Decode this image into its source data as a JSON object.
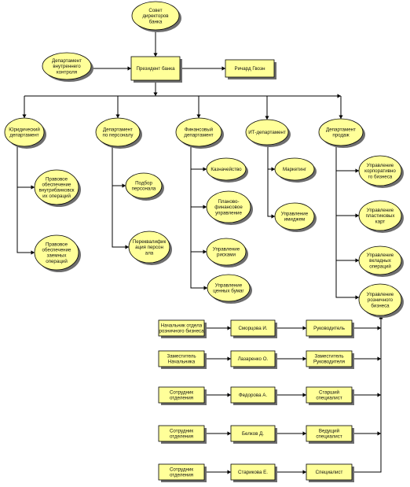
{
  "colors": {
    "fill": "#ffff99",
    "stroke": "#000000",
    "shadow": "#6e6e6e",
    "line": "#000000"
  },
  "nodes": [
    {
      "id": "board",
      "shape": "ellipse",
      "lines": [
        "Совет",
        "директоров",
        "банка"
      ]
    },
    {
      "id": "president",
      "shape": "rect",
      "lines": [
        "Президент банка"
      ]
    },
    {
      "id": "audit",
      "shape": "ellipse",
      "lines": [
        "Департамент",
        "внутреннего",
        "контроля"
      ]
    },
    {
      "id": "secretary",
      "shape": "rect",
      "lines": [
        "Ричард Гвоэн"
      ]
    },
    {
      "id": "legal",
      "shape": "ellipse",
      "lines": [
        "Юридический",
        "департамент"
      ]
    },
    {
      "id": "hr",
      "shape": "ellipse",
      "lines": [
        "Департамент",
        "по персоналу"
      ]
    },
    {
      "id": "finance",
      "shape": "ellipse",
      "lines": [
        "Финансовый",
        "департамент"
      ]
    },
    {
      "id": "it",
      "shape": "ellipse",
      "lines": [
        "ИТ-департамент"
      ]
    },
    {
      "id": "sales",
      "shape": "ellipse",
      "lines": [
        "Департамент",
        "продаж"
      ]
    },
    {
      "id": "legal1",
      "shape": "ellipse",
      "lines": [
        "Правовое",
        "обеспечение",
        "внутрибанковск",
        "их операций"
      ]
    },
    {
      "id": "legal2",
      "shape": "ellipse",
      "lines": [
        "Правовое",
        "обеспечение",
        "заемных",
        "операций"
      ]
    },
    {
      "id": "hr1",
      "shape": "ellipse",
      "lines": [
        "Подбор",
        "персонала"
      ]
    },
    {
      "id": "hr2",
      "shape": "ellipse",
      "lines": [
        "Переквалифик",
        "ация  персон",
        "ала"
      ]
    },
    {
      "id": "fin1",
      "shape": "ellipse",
      "lines": [
        "Казначейство"
      ]
    },
    {
      "id": "fin2",
      "shape": "ellipse",
      "lines": [
        "Планово-",
        "финансовое",
        "управление"
      ]
    },
    {
      "id": "fin3",
      "shape": "ellipse",
      "lines": [
        "Управление",
        "рисками"
      ]
    },
    {
      "id": "fin4",
      "shape": "ellipse",
      "lines": [
        "Управление",
        "ценных бумаг"
      ]
    },
    {
      "id": "it1",
      "shape": "ellipse",
      "lines": [
        "Маркетинг"
      ]
    },
    {
      "id": "it2",
      "shape": "ellipse",
      "lines": [
        "Управление",
        "имиджем"
      ]
    },
    {
      "id": "sales1",
      "shape": "ellipse",
      "lines": [
        "Управление",
        "корпоративно",
        "го бизнеса"
      ]
    },
    {
      "id": "sales2",
      "shape": "ellipse",
      "lines": [
        "Управление",
        "пластиковых",
        "карт"
      ]
    },
    {
      "id": "sales3",
      "shape": "ellipse",
      "lines": [
        "Управление",
        "вкладных",
        "операций"
      ]
    },
    {
      "id": "sales4",
      "shape": "ellipse",
      "lines": [
        "Управление",
        "розничного",
        "бизнеса"
      ]
    },
    {
      "id": "r1a",
      "shape": "rect",
      "lines": [
        "Начальник отдела",
        "розничного бизнеса"
      ]
    },
    {
      "id": "r1b",
      "shape": "rect",
      "lines": [
        "Сморцова И."
      ]
    },
    {
      "id": "r1c",
      "shape": "rect",
      "lines": [
        "Руководитель"
      ]
    },
    {
      "id": "r2a",
      "shape": "rect",
      "lines": [
        "Заместитель",
        "Начальника"
      ]
    },
    {
      "id": "r2b",
      "shape": "rect",
      "lines": [
        "Лазаренко О."
      ]
    },
    {
      "id": "r2c",
      "shape": "rect",
      "lines": [
        "Заместитель",
        "Руководителя"
      ]
    },
    {
      "id": "r3a",
      "shape": "rect",
      "lines": [
        "Сотрудник",
        "отделения"
      ]
    },
    {
      "id": "r3b",
      "shape": "rect",
      "lines": [
        "Федорова А."
      ]
    },
    {
      "id": "r3c",
      "shape": "rect",
      "lines": [
        "Старший",
        "специалист"
      ]
    },
    {
      "id": "r4a",
      "shape": "rect",
      "lines": [
        "Сотрудник",
        "отделения"
      ]
    },
    {
      "id": "r4b",
      "shape": "rect",
      "lines": [
        "Белков Д."
      ]
    },
    {
      "id": "r4c",
      "shape": "rect",
      "lines": [
        "Ведущий",
        "специалист"
      ]
    },
    {
      "id": "r5a",
      "shape": "rect",
      "lines": [
        "Сотрудник",
        "отделения"
      ]
    },
    {
      "id": "r5b",
      "shape": "rect",
      "lines": [
        "Старикова Е."
      ]
    },
    {
      "id": "r5c",
      "shape": "rect",
      "lines": [
        "Специалист"
      ]
    }
  ]
}
